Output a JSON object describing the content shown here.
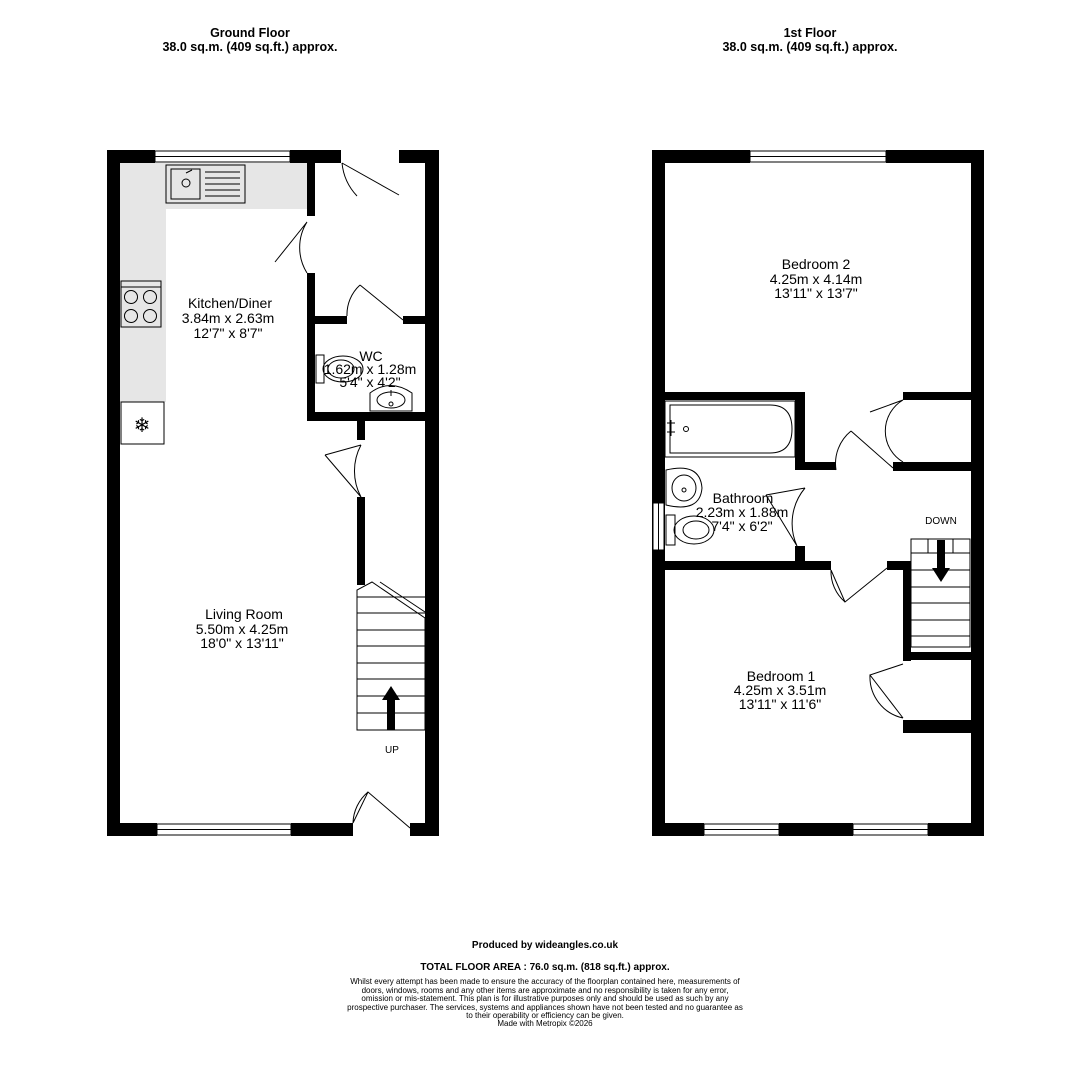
{
  "ground_floor": {
    "title": "Ground Floor",
    "area": "38.0 sq.m. (409 sq.ft.) approx.",
    "rooms": {
      "kitchen": {
        "name": "Kitchen/Diner",
        "metric": "3.84m  x 2.63m",
        "imperial": "12'7\"  x 8'7\""
      },
      "wc": {
        "name": "WC",
        "metric": "1.62m  x 1.28m",
        "imperial": "5'4\"  x 4'2\""
      },
      "living": {
        "name": "Living Room",
        "metric": "5.50m  x 4.25m",
        "imperial": "18'0\"  x 13'11\""
      }
    },
    "stairs_label": "UP"
  },
  "first_floor": {
    "title": "1st Floor",
    "area": "38.0 sq.m. (409 sq.ft.) approx.",
    "rooms": {
      "bedroom2": {
        "name": "Bedroom 2",
        "metric": "4.25m  x 4.14m",
        "imperial": "13'11\"  x 13'7\""
      },
      "bathroom": {
        "name": "Bathroom",
        "metric": "2.23m  x 1.88m",
        "imperial": "7'4\"  x 6'2\""
      },
      "bedroom1": {
        "name": "Bedroom 1",
        "metric": "4.25m  x 3.51m",
        "imperial": "13'11\"  x 11'6\""
      }
    },
    "stairs_label": "DOWN"
  },
  "footer": {
    "produced_by": "Produced by wideangles.co.uk",
    "total_area": "TOTAL FLOOR AREA : 76.0 sq.m. (818 sq.ft.) approx.",
    "disclaimer": "Whilst every attempt has been made to ensure the accuracy of the floorplan contained here, measurements of doors, windows, rooms and any other items are approximate and no responsibility is taken for any error, omission or mis-statement. This plan is for illustrative purposes only and should be used as such by any prospective purchaser. The services, systems and appliances shown have not been tested and no guarantee as to their operability or efficiency can be given.",
    "made_with": "Made with Metropix ©2026"
  },
  "colors": {
    "wall": "#000000",
    "kitchen_counter": "#e6e6e6",
    "background": "#ffffff"
  },
  "icons": [
    "sink-icon",
    "hob-icon",
    "fridge-freezer-icon",
    "toilet-icon",
    "basin-icon",
    "bath-icon",
    "stairs-arrow-icon"
  ]
}
